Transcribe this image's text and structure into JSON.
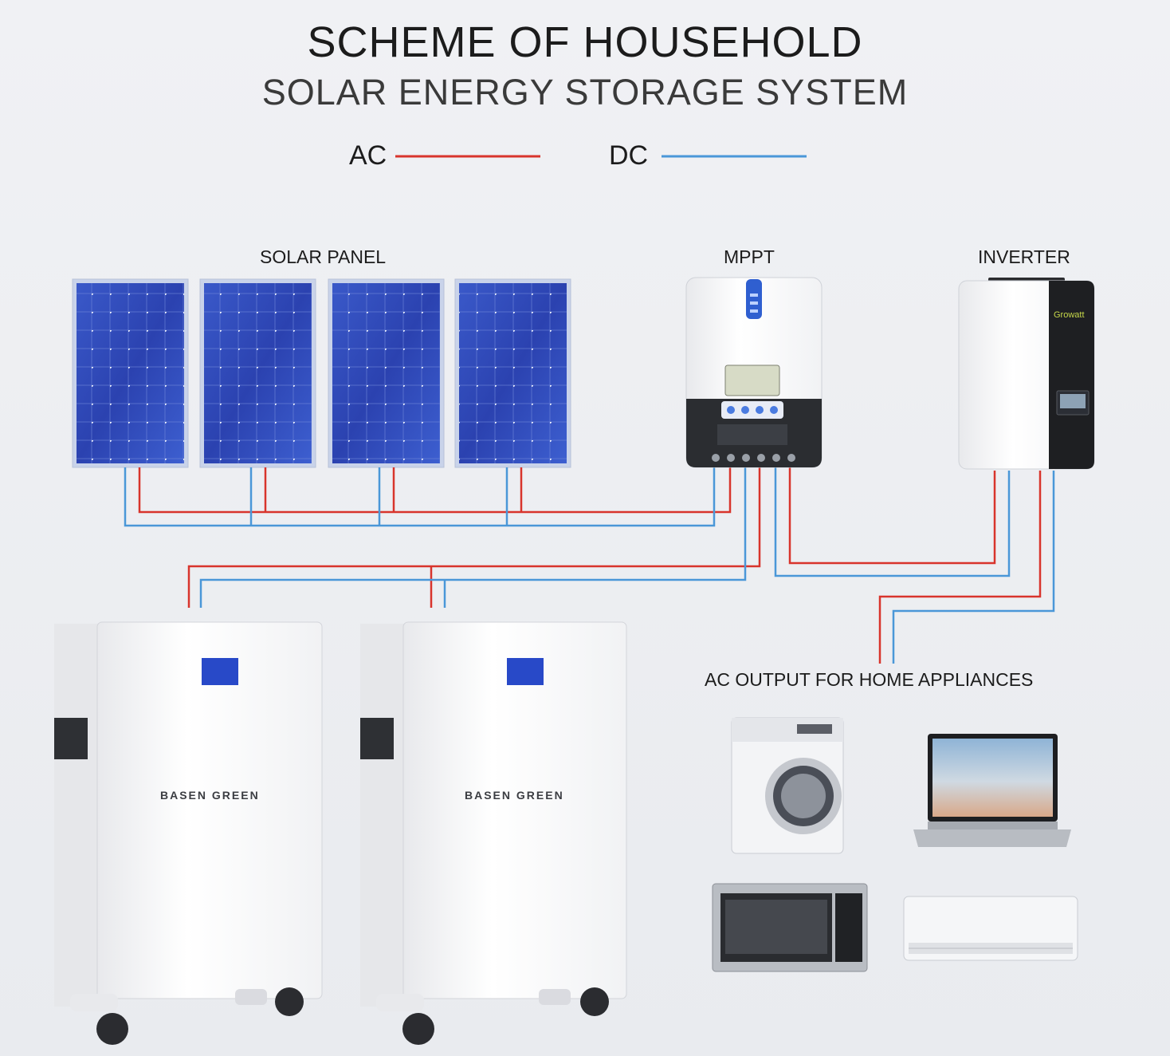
{
  "title": "SCHEME OF HOUSEHOLD",
  "subtitle": "SOLAR ENERGY STORAGE SYSTEM",
  "legend": {
    "ac_label": "AC",
    "dc_label": "DC",
    "ac_color": "#d8342c",
    "dc_color": "#4a97d8"
  },
  "labels": {
    "solar_panel": "SOLAR PANEL",
    "mppt": "MPPT",
    "inverter": "INVERTER",
    "ac_output": "AC OUTPUT FOR HOME APPLIANCES"
  },
  "brands": {
    "inverter": "Growatt",
    "battery": "BASEN GREEN"
  },
  "icons": [
    "solar-panel-icon",
    "mppt-controller-icon",
    "inverter-icon",
    "battery-cabinet-icon",
    "washing-machine-icon",
    "laptop-icon",
    "microwave-icon",
    "air-conditioner-icon"
  ]
}
